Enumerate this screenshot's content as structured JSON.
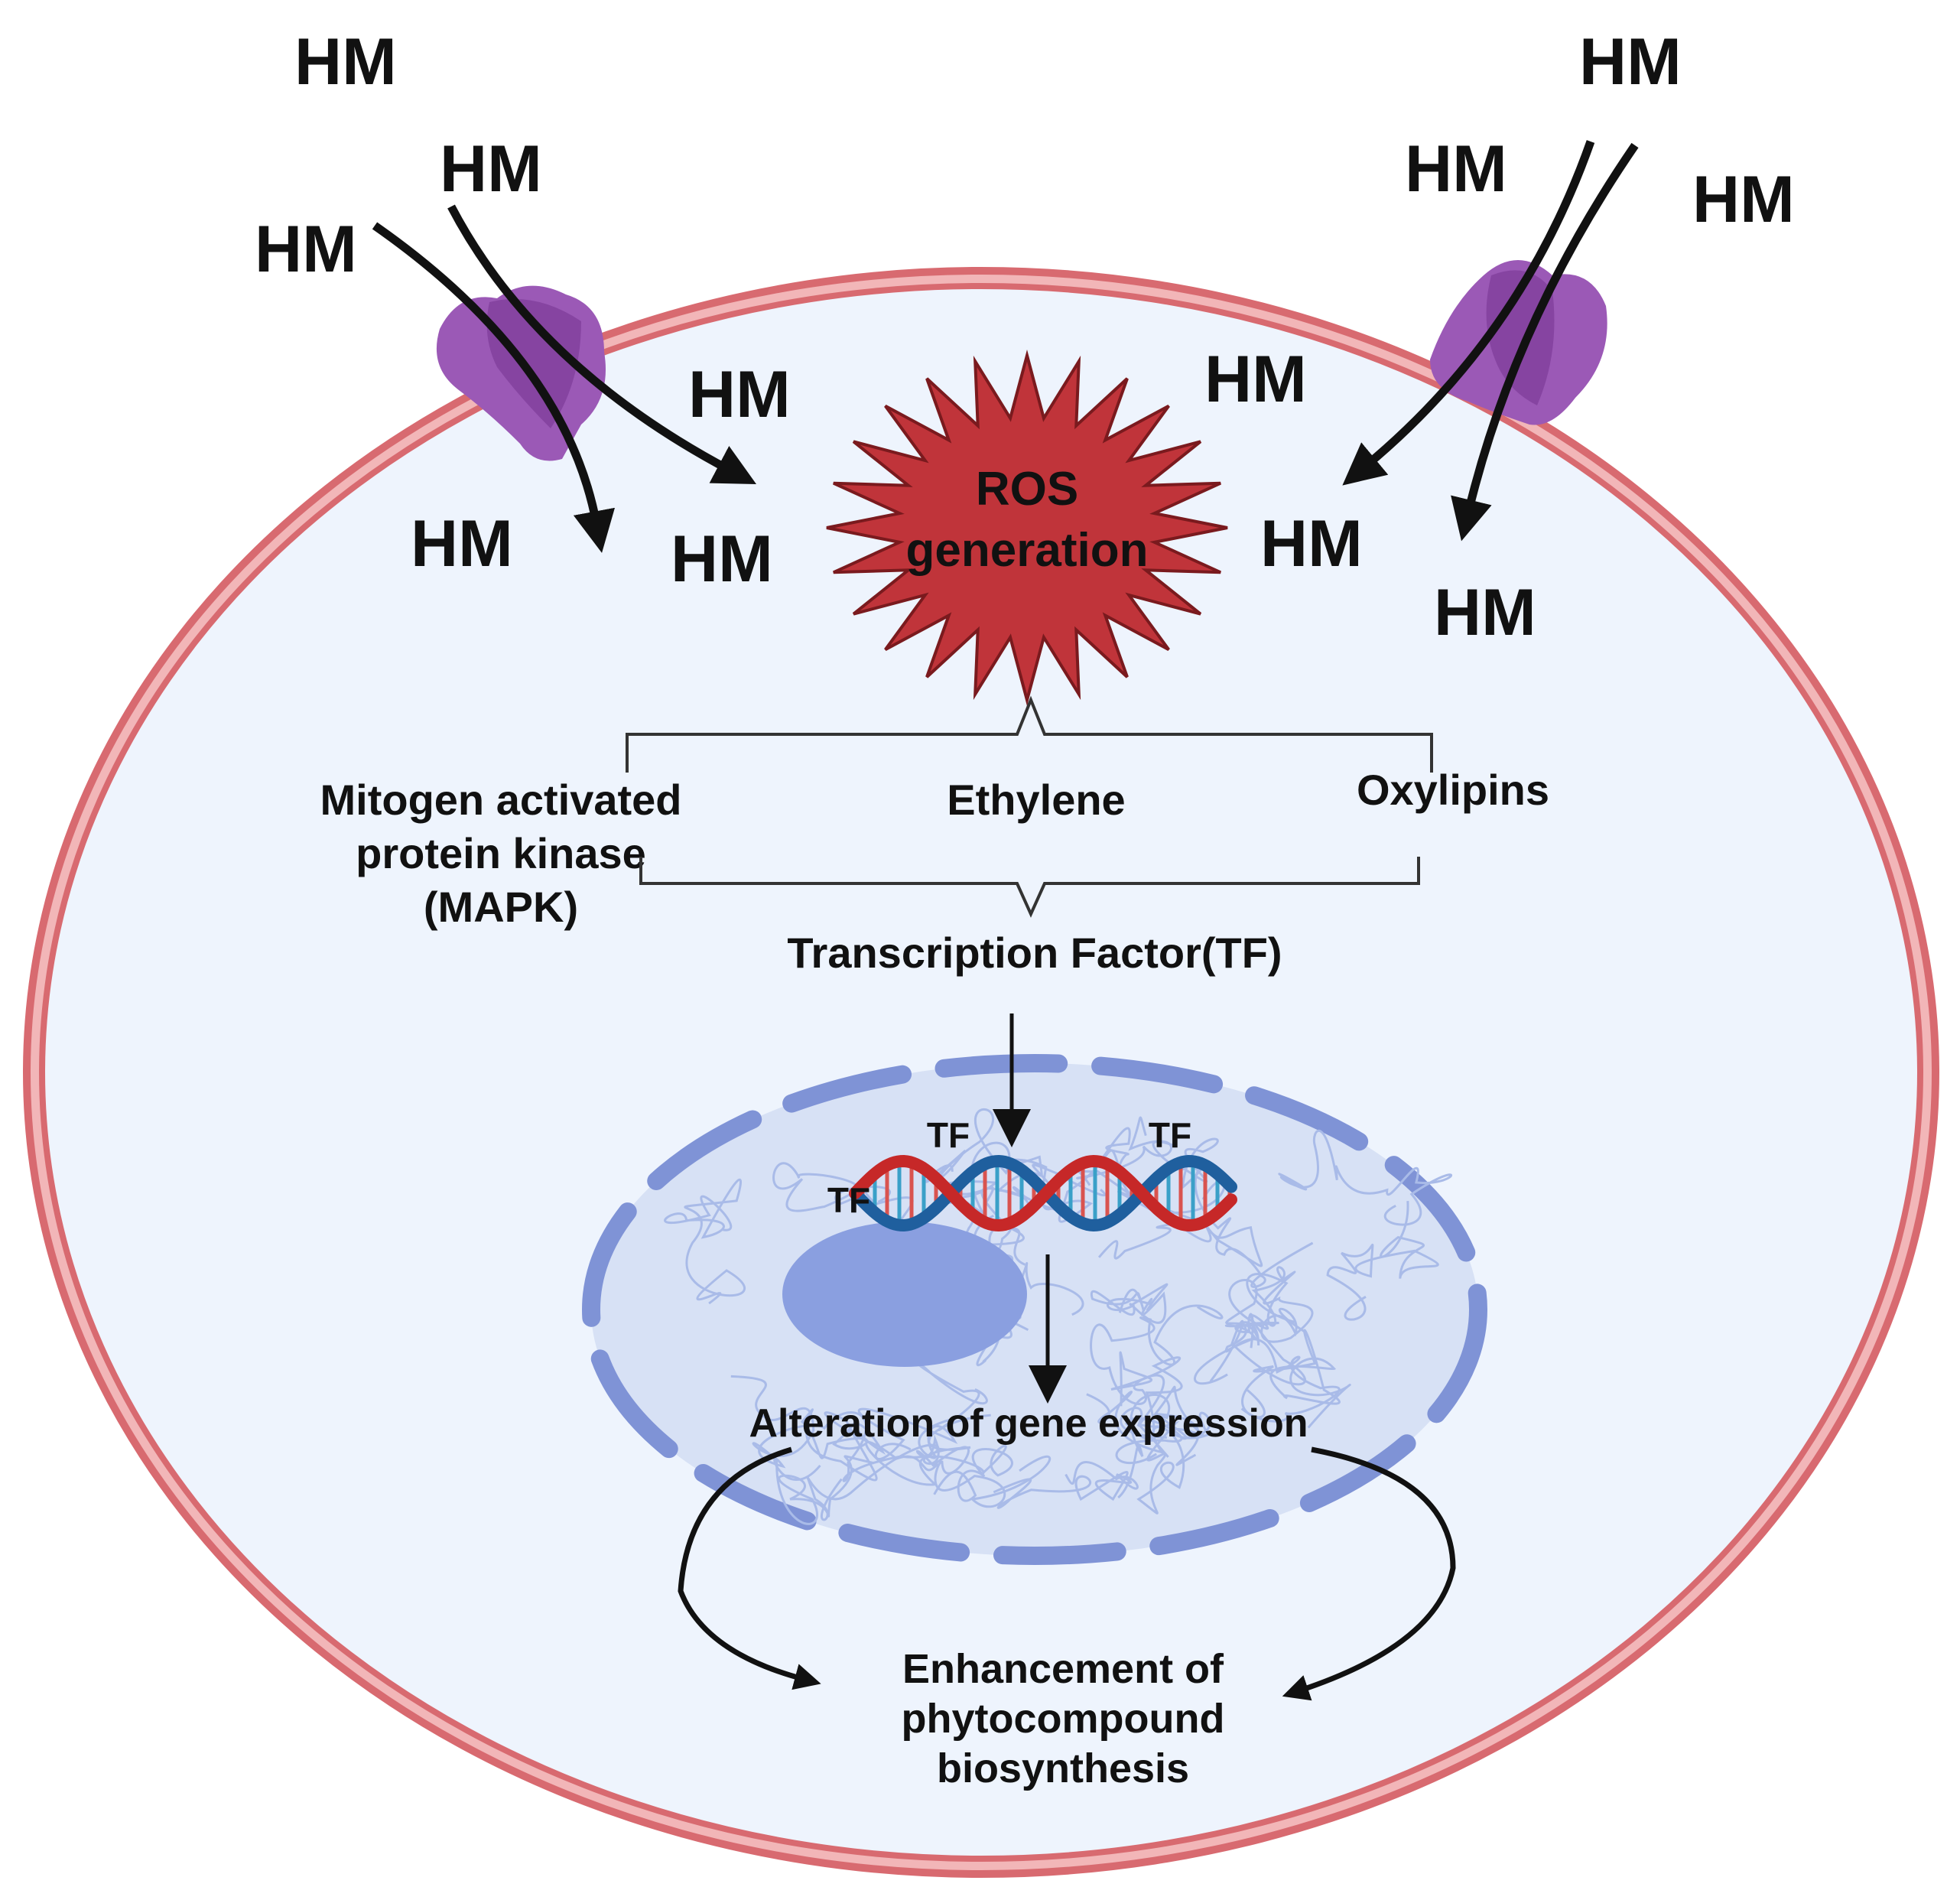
{
  "labels": {
    "hm": "HM",
    "ros_line1": "ROS",
    "ros_line2": "generation",
    "mapk_line1": "Mitogen activated",
    "mapk_line2": "protein kinase",
    "mapk_line3": "(MAPK)",
    "ethylene": "Ethylene",
    "oxylipins": "Oxylipins",
    "transcription_factor": "Transcription Factor(TF)",
    "tf": "TF",
    "alteration": "Alteration of gene expression",
    "enhancement_line1": "Enhancement of",
    "enhancement_line2": "phytocompound",
    "enhancement_line3": "biosynthesis"
  },
  "colors": {
    "cell_wall": "#e07a7f",
    "cell_wall_inner": "#f2b6b8",
    "cytoplasm": "#eef4fd",
    "channel": "#9b59b6",
    "ros": "#c0343a",
    "nucleus_fill": "#d7e1f5",
    "nuclear_envelope": "#7f93d6",
    "nucleolus": "#8a9fe0",
    "chromatin": "#a9bbe8",
    "dna_red": "#c62828",
    "dna_blue": "#1f5f9e",
    "arrow": "#111111"
  }
}
